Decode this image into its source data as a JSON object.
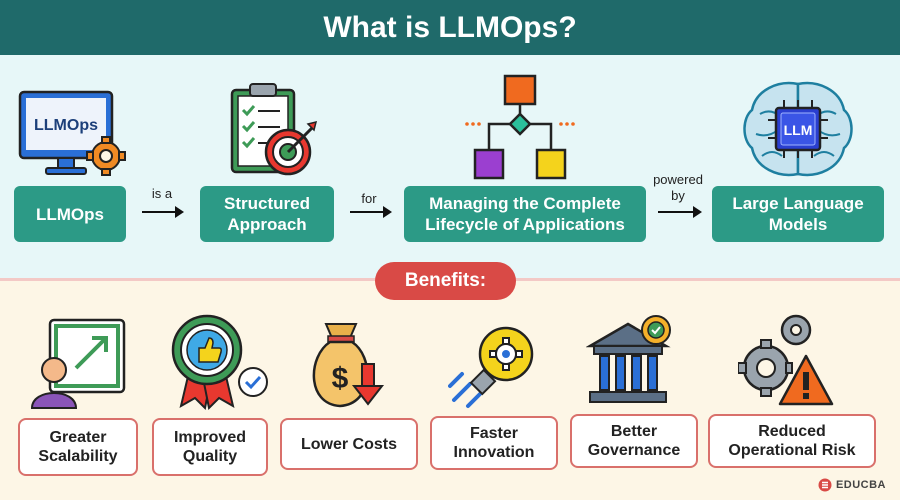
{
  "title": "What is LLMOps?",
  "flow": {
    "box1": "LLMOps",
    "box1_screen_text": "LLMOps",
    "conn1": "is a",
    "box2_line1": "Structured",
    "box2_line2": "Approach",
    "conn2": "for",
    "box3_line1": "Managing the Complete",
    "box3_line2": "Lifecycle of Applications",
    "conn3_line1": "powered",
    "conn3_line2": "by",
    "box4_line1": "Large Language",
    "box4_line2": "Models",
    "box4_chip_text": "LLM"
  },
  "benefits_label": "Benefits:",
  "benefits": [
    {
      "line1": "Greater",
      "line2": "Scalability"
    },
    {
      "line1": "Improved",
      "line2": "Quality"
    },
    {
      "line1": "Lower Costs",
      "line2": ""
    },
    {
      "line1": "Faster",
      "line2": "Innovation"
    },
    {
      "line1": "Better",
      "line2": "Governance"
    },
    {
      "line1": "Reduced",
      "line2": "Operational Risk"
    }
  ],
  "brand": "EDUCBA",
  "colors": {
    "header": "#1f6a6a",
    "teal_box": "#2c9a86",
    "pill": "#d94a46",
    "benefit_border": "#d9706b"
  }
}
